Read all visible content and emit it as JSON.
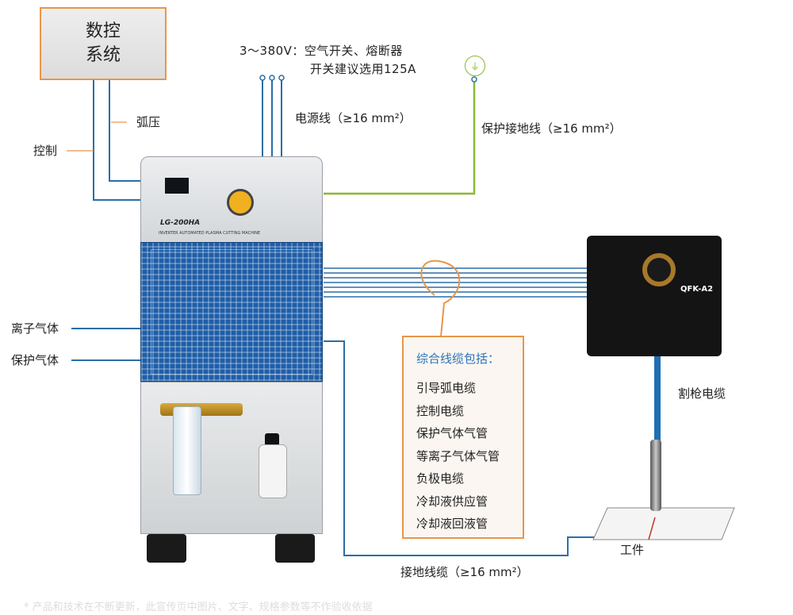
{
  "cnc": {
    "line1": "数控",
    "line2": "系统"
  },
  "labels": {
    "arc_voltage": "弧压",
    "control": "控制",
    "power_spec_line1": "3～380V：空气开关、熔断器",
    "power_spec_line2": "开关建议选用125A",
    "power_cable": "电源线（≥16 mm²）",
    "ground_protect": "保护接地线（≥16 mm²）",
    "ion_gas": "离子气体",
    "protect_gas": "保护气体",
    "torch_cable": "割枪电缆",
    "workpiece": "工件",
    "ground_cable": "接地线缆（≥16 mm²）"
  },
  "callout": {
    "title": "综合线缆包括：",
    "items": [
      "引导弧电缆",
      "控制电缆",
      "保护气体气管",
      "等离子气体气管",
      "负极电缆",
      "冷却液供应管",
      "冷却液回液管"
    ]
  },
  "machine": {
    "model": "LG-200HA",
    "subtitle": "INVERTER AUTOMATED PLASMA CUTTING MACHINE"
  },
  "controller": {
    "model": "QFK-A2"
  },
  "footnote": "* 产品和技术在不断更新，此宣传页中图片、文字、规格参数等不作验收依据",
  "colors": {
    "wire": "#2b6ea6",
    "ground": "#8ab832",
    "accent": "#e8964a",
    "title": "#2b74b8"
  }
}
